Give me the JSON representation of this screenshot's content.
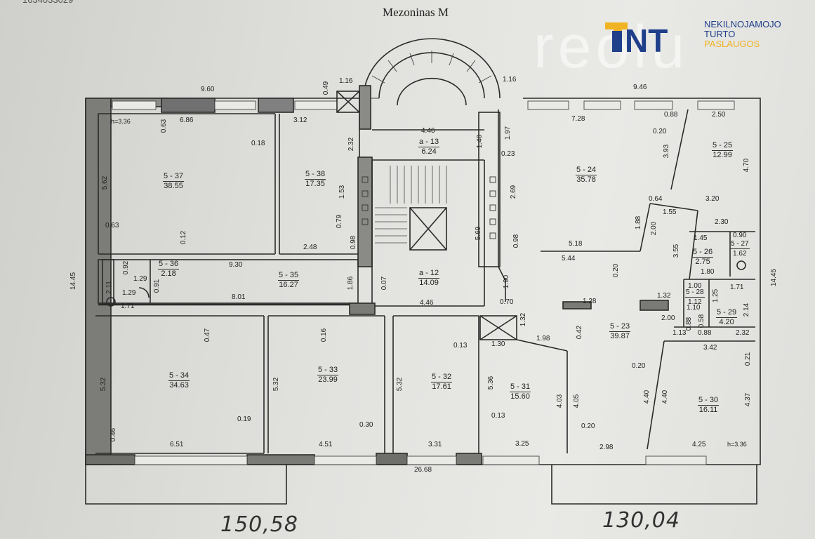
{
  "page": {
    "top_code": "1634033029",
    "title": "Mezoninas M"
  },
  "brand": {
    "ghost": "reolu",
    "mark": "NT",
    "line1": "NEKILNOJAMOJO",
    "line2": "TURTO",
    "line3": "PASLAUGOS",
    "color_primary": "#1f3f8a",
    "color_accent": "#f0b323"
  },
  "rooms": [
    {
      "id": "5 - 37",
      "area": "38.55"
    },
    {
      "id": "5 - 38",
      "area": "17.35"
    },
    {
      "id": "a - 13",
      "area": "6.24"
    },
    {
      "id": "5 - 24",
      "area": "35.78"
    },
    {
      "id": "5 - 25",
      "area": "12.99"
    },
    {
      "id": "5 - 36",
      "area": "2.18"
    },
    {
      "id": "5 - 35",
      "area": "16.27"
    },
    {
      "id": "a - 12",
      "area": "14.09"
    },
    {
      "id": "5 - 26",
      "area": "2.75"
    },
    {
      "id": "5 - 27",
      "area": "1.62"
    },
    {
      "id": "5 - 28",
      "area": "1.12"
    },
    {
      "id": "5 - 29",
      "area": "4.20"
    },
    {
      "id": "5 - 23",
      "area": "39.87"
    },
    {
      "id": "5 - 34",
      "area": "34.63"
    },
    {
      "id": "5 - 33",
      "area": "23.99"
    },
    {
      "id": "5 - 32",
      "area": "17.61"
    },
    {
      "id": "5 - 31",
      "area": "15.60"
    },
    {
      "id": "5 - 30",
      "area": "16.11"
    }
  ],
  "dims": [
    "9.60",
    "1.16",
    "0.49",
    "1.16",
    "9.46",
    "h=3.36",
    "0.63",
    "6.86",
    "3.12",
    "2.32",
    "4.46",
    "1.40",
    "1.97",
    "0.23",
    "7.28",
    "0.88",
    "2.50",
    "0.20",
    "0.18",
    "3.93",
    "4.70",
    "5.62",
    "1.53",
    "2.69",
    "0.64",
    "3.20",
    "1.55",
    "0.63",
    "0.79",
    "5.69",
    "2.30",
    "0.12",
    "1.88",
    "2.00",
    "1.45",
    "0.90",
    "0.98",
    "0.98",
    "5.18",
    "3.55",
    "2.48",
    "5.44",
    "0.20",
    "1.80",
    "0.92",
    "9.30",
    "1.29",
    "0.91",
    "1.86",
    "0.07",
    "1.90",
    "1.00",
    "1.71",
    "2.11",
    "1.29",
    "1.32",
    "1.71",
    "8.01",
    "4.46",
    "0.70",
    "1.28",
    "1.10",
    "1.25",
    "2.14",
    "1.32",
    "2.00",
    "0.88",
    "0.58",
    "0.47",
    "0.16",
    "0.42",
    "1.13",
    "0.88",
    "2.32",
    "0.13",
    "1.30",
    "1.98",
    "3.42",
    "5.32",
    "5.32",
    "5.32",
    "5.36",
    "4.03",
    "4.05",
    "0.20",
    "0.21",
    "4.40",
    "4.40",
    "4.37",
    "0.19",
    "0.30",
    "0.13",
    "0.46",
    "0.20",
    "6.51",
    "4.51",
    "3.31",
    "3.25",
    "2.98",
    "4.25",
    "h=3.36",
    "26.68",
    "14.45",
    "14.45"
  ],
  "handwritten": {
    "left_total": "150,58",
    "right_total": "130,04"
  }
}
